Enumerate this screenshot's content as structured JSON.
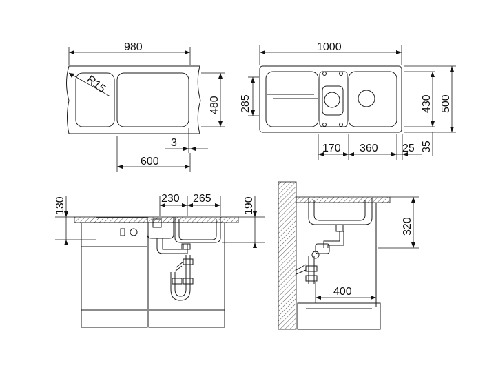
{
  "top_left_view": {
    "width_label": "980",
    "radius_label": "R15",
    "depth_label": "480",
    "offset_label": "3",
    "bowl_width_label": "600"
  },
  "top_right_view": {
    "width_label": "1000",
    "drainer_depth_label": "285",
    "bowl_depth_label": "430",
    "overall_depth_label": "500",
    "drain_offset_label": "170",
    "bowl_width_label": "360",
    "edge_label": "25",
    "side_label": "35"
  },
  "front_view": {
    "left_offset_label": "230",
    "bowl_width_label": "265",
    "rim_label": "130",
    "bowl_height_label": "190"
  },
  "side_view": {
    "height_label": "320",
    "depth_label": "400"
  },
  "colors": {
    "line": "#1a1a1a",
    "background": "#ffffff",
    "hatch": "#555555"
  }
}
